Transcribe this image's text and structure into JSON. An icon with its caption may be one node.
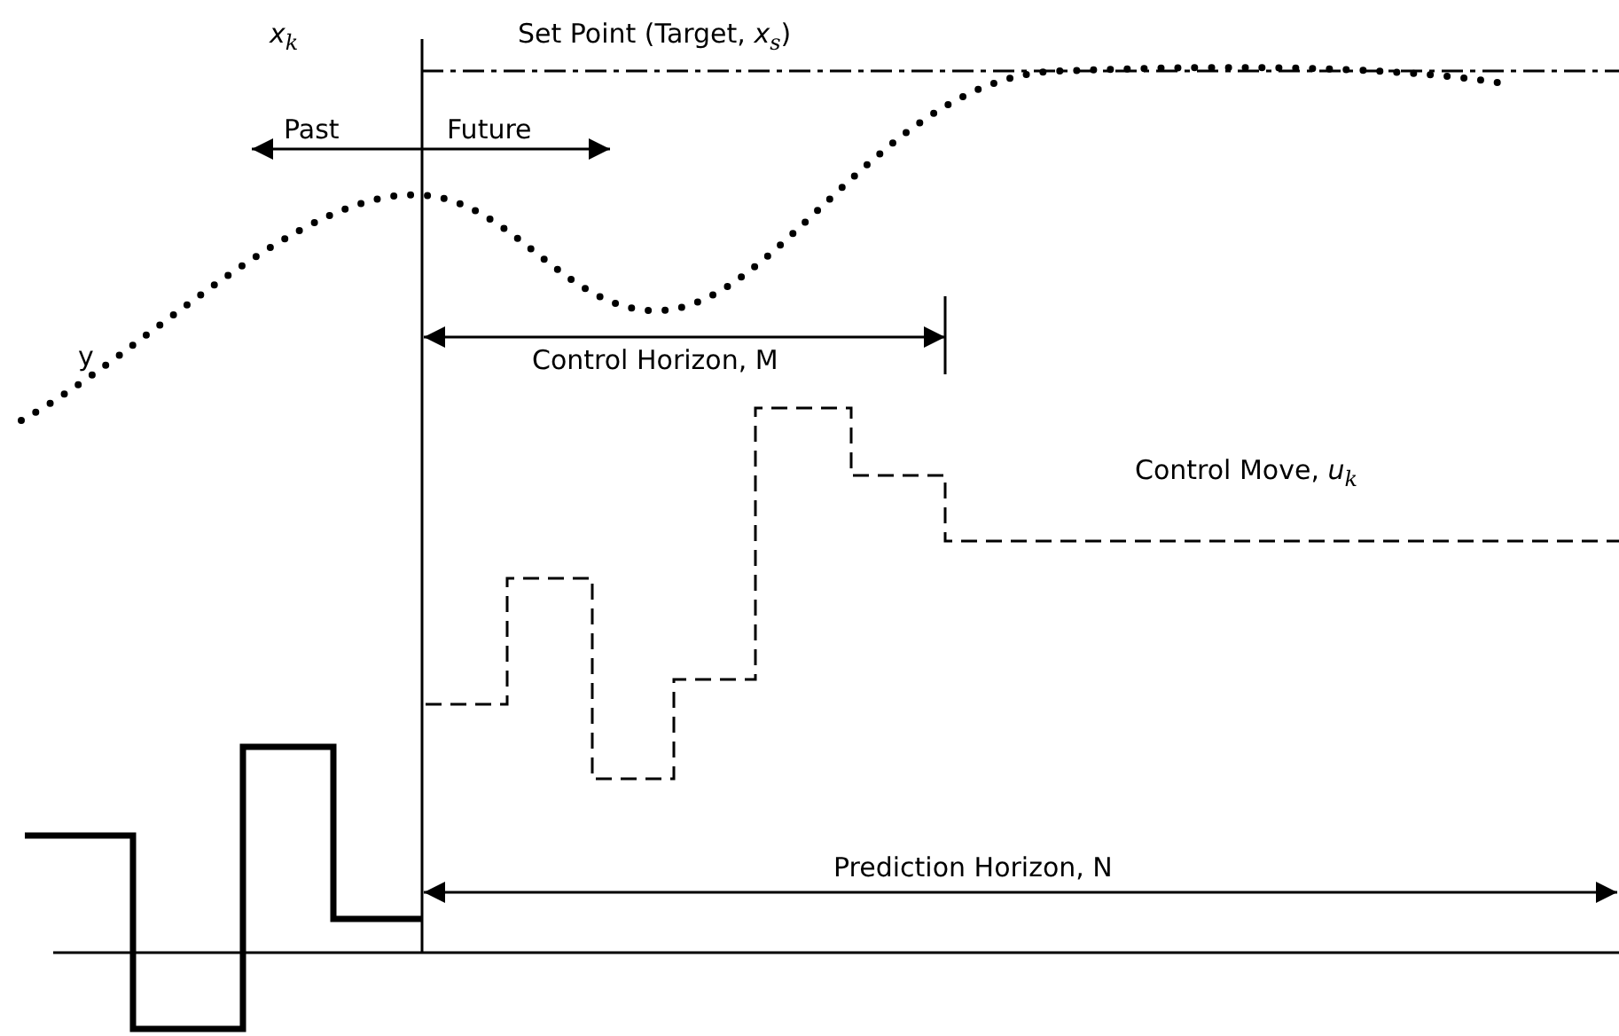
{
  "diagram": {
    "labels": [
      "*x*$_{k}$",
      "Set Point (Target, *x*$_{s}$)",
      "Past",
      "Future",
      "y",
      "Control Horizon, M",
      "Control Move, *u*$_{k}$",
      "Prediction Horizon, N"
    ]
  }
}
